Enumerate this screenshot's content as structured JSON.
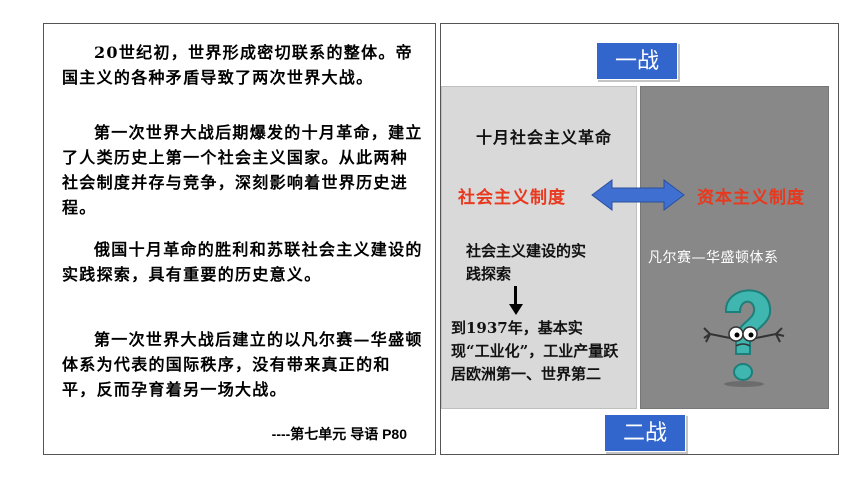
{
  "left_panel": {
    "paragraphs": [
      "20世纪初，世界形成密切联系的整体。帝国主义的各种矛盾导致了两次世界大战。",
      "第一次世界大战后期爆发的十月革命，建立了人类历史上第一个社会主义国家。从此两种社会制度并存与竞争，深刻影响着世界历史进程。",
      "俄国十月革命的胜利和苏联社会主义建设的实践探索，具有重要的历史意义。",
      "第一次世界大战后建立的以凡尔赛—华盛顿体系为代表的国际秩序，没有带来真正的和平，反而孕育着另一场大战。"
    ],
    "source": "----第七单元  导语  P80"
  },
  "right_panel": {
    "war1": "一战",
    "war2": "二战",
    "october_revolution": "十月社会主义革命",
    "socialist_system": "社会主义制度",
    "capitalist_system": "资本主义制度",
    "exploration": "社会主义建设的实践探索",
    "achievement": "到1937年，基本实现“工业化”，工业产量跃居欧洲第一、世界第二",
    "versailles_system": "凡尔赛—华盛顿体系"
  },
  "colors": {
    "accent_red": "#e8391e",
    "war_label_blue": "#3366cc",
    "arrow_blue": "#3f6fd0",
    "question_teal": "#3fb6b0"
  },
  "icons": [
    "double-arrow-icon",
    "down-arrow-icon",
    "question-mark-character-icon"
  ]
}
